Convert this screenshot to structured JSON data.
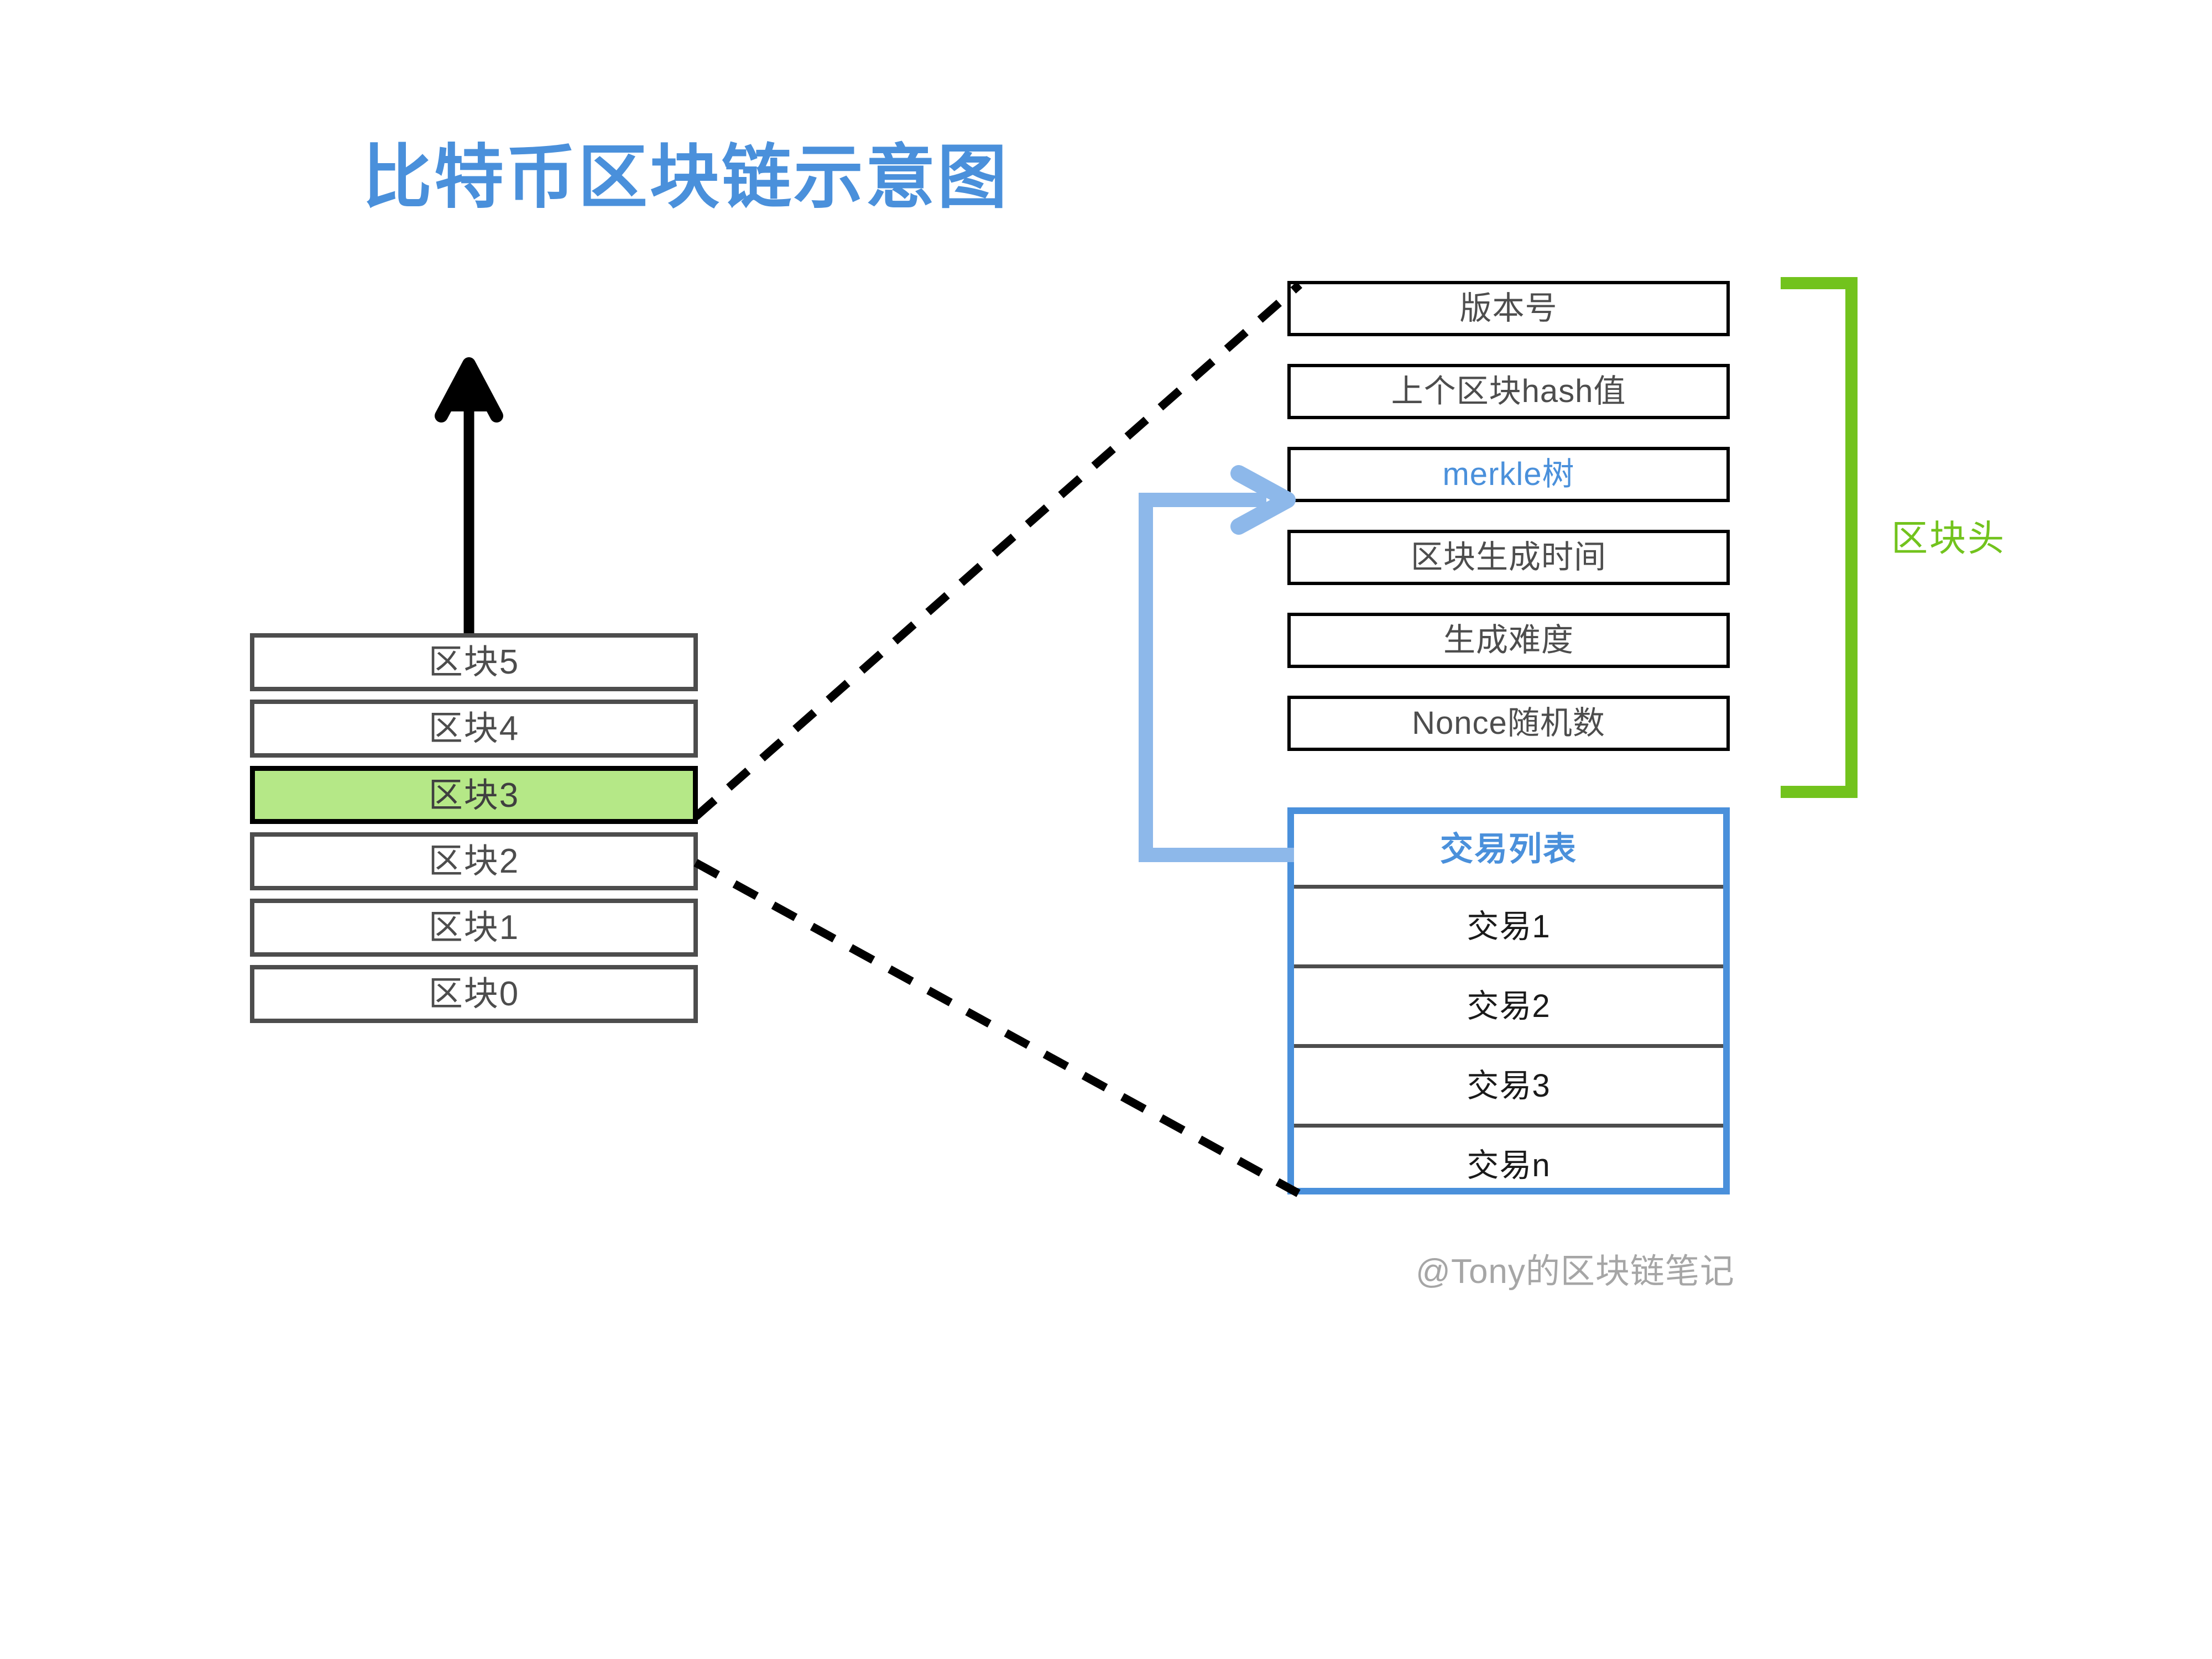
{
  "title": "比特币区块链示意图",
  "colors": {
    "accent_blue": "#4a90db",
    "light_blue_arrow": "#8db8ea",
    "highlight_green": "#b5e887",
    "bracket_green": "#72c31d",
    "box_border": "#4d4d4d",
    "text_dark": "#4d4d4d",
    "watermark_gray": "#a6a6a6",
    "background": "#ffffff"
  },
  "chain": {
    "blocks": [
      {
        "label": "区块5",
        "highlighted": false
      },
      {
        "label": "区块4",
        "highlighted": false
      },
      {
        "label": "区块3",
        "highlighted": true
      },
      {
        "label": "区块2",
        "highlighted": false
      },
      {
        "label": "区块1",
        "highlighted": false
      },
      {
        "label": "区块0",
        "highlighted": false
      }
    ],
    "growth_arrow_direction": "up"
  },
  "block_detail": {
    "header_fields": [
      {
        "label": "版本号",
        "accent": false
      },
      {
        "label": "上个区块hash值",
        "accent": false
      },
      {
        "label": "merkle树",
        "accent": true
      },
      {
        "label": "区块生成时间",
        "accent": false
      },
      {
        "label": "生成难度",
        "accent": false
      },
      {
        "label": "Nonce随机数",
        "accent": false
      }
    ],
    "bracket_label": "区块头",
    "transactions": {
      "header": "交易列表",
      "rows": [
        "交易1",
        "交易2",
        "交易3",
        "交易n"
      ]
    }
  },
  "watermark": "@Tony的区块链笔记"
}
